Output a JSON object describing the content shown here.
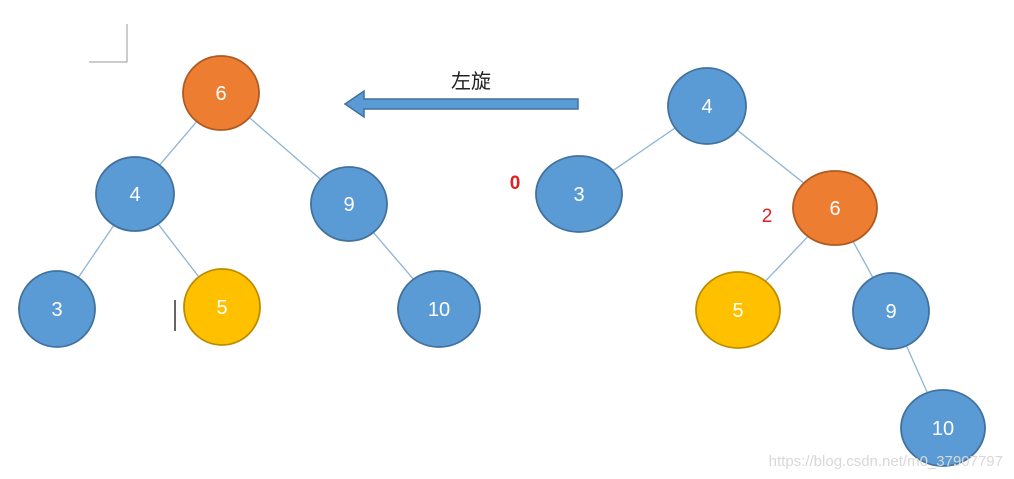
{
  "colors": {
    "blue_node": "#5b9bd5",
    "blue_stroke": "#41719c",
    "orange_node": "#ed7d31",
    "orange_stroke": "#ae5a21",
    "yellow_node": "#ffc000",
    "yellow_stroke": "#bc8c00",
    "edge": "#8fb4d6",
    "arrow_fill": "#5b9bd5",
    "arrow_stroke": "#41719c",
    "balance_factor": "#e02020"
  },
  "arrow": {
    "label": "左旋",
    "direction": "left",
    "icon": "left-arrow-icon"
  },
  "trees": {
    "after": {
      "nodes": [
        {
          "label": "6",
          "color": "orange"
        },
        {
          "label": "4",
          "color": "blue"
        },
        {
          "label": "9",
          "color": "blue"
        },
        {
          "label": "3",
          "color": "blue"
        },
        {
          "label": "5",
          "color": "yellow"
        },
        {
          "label": "10",
          "color": "blue"
        }
      ],
      "edges": [
        [
          0,
          1
        ],
        [
          0,
          2
        ],
        [
          1,
          3
        ],
        [
          1,
          4
        ],
        [
          2,
          5
        ]
      ]
    },
    "before": {
      "nodes": [
        {
          "label": "4",
          "color": "blue"
        },
        {
          "label": "3",
          "color": "blue"
        },
        {
          "label": "6",
          "color": "orange"
        },
        {
          "label": "5",
          "color": "yellow"
        },
        {
          "label": "9",
          "color": "blue"
        },
        {
          "label": "10",
          "color": "blue"
        }
      ],
      "edges": [
        [
          0,
          1
        ],
        [
          0,
          2
        ],
        [
          2,
          3
        ],
        [
          2,
          4
        ],
        [
          4,
          5
        ]
      ]
    }
  },
  "balance_factors": {
    "left_subtree": "0",
    "right_subtree": "2"
  },
  "watermark": "https://blog.csdn.net/m0_37907797"
}
